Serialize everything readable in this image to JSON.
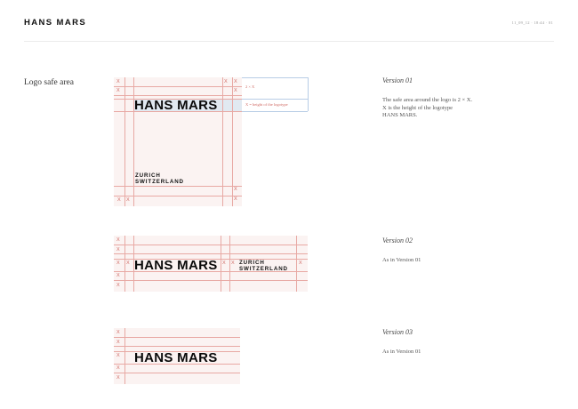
{
  "header": {
    "brand": "HANS MARS",
    "meta": "11_09_12 · 18:44 · 01"
  },
  "section_title": "Logo safe area",
  "logo_text": "HANS MARS",
  "location": {
    "line1": "ZURICH",
    "line2": "SWITZERLAND"
  },
  "marker": "X",
  "annotations": {
    "two_x": "2 × X",
    "x_height": "X = height of the logotype"
  },
  "versions": [
    {
      "title": "Version 01",
      "description": [
        "The safe area around the logo is 2 × X.",
        "X is the height of the logotype",
        "HANS MARS."
      ]
    },
    {
      "title": "Version 02",
      "description": [
        "As in Version 01"
      ]
    },
    {
      "title": "Version 03",
      "description": [
        "As in Version 01"
      ]
    }
  ],
  "colors": {
    "guide_line": "#e8a9a4",
    "marker": "#d06a64",
    "panel_background": "#fbf3f2",
    "highlight": "#e1e9f1"
  }
}
